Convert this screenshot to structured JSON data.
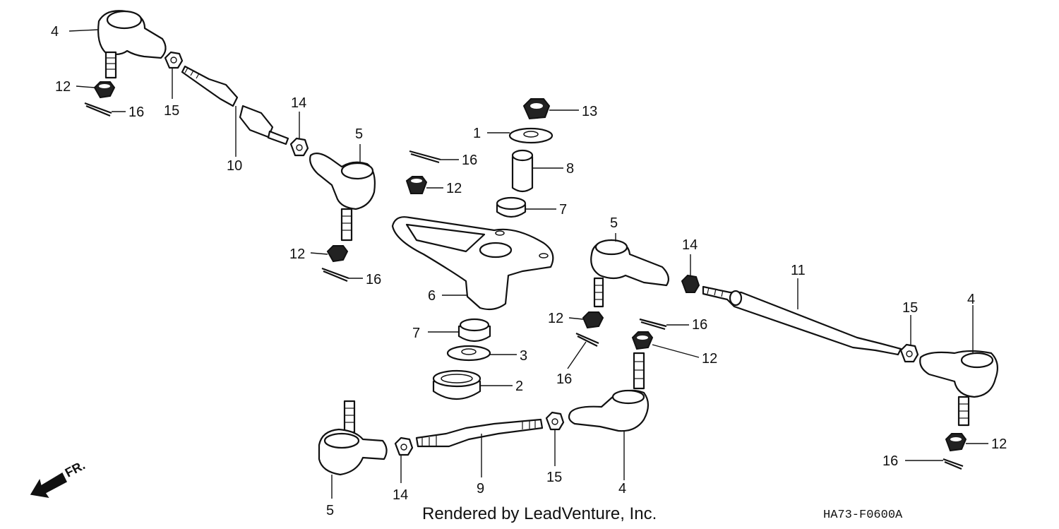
{
  "footer": {
    "credit": "Rendered by LeadVenture, Inc.",
    "code": "HA73-F0600A"
  },
  "direction": {
    "label": "FR."
  },
  "callouts": [
    {
      "id": "c1",
      "text": "1"
    },
    {
      "id": "c2",
      "text": "2"
    },
    {
      "id": "c3",
      "text": "3"
    },
    {
      "id": "c4a",
      "text": "4"
    },
    {
      "id": "c4b",
      "text": "4"
    },
    {
      "id": "c4c",
      "text": "4"
    },
    {
      "id": "c5a",
      "text": "5"
    },
    {
      "id": "c5b",
      "text": "5"
    },
    {
      "id": "c5c",
      "text": "5"
    },
    {
      "id": "c6",
      "text": "6"
    },
    {
      "id": "c7a",
      "text": "7"
    },
    {
      "id": "c7b",
      "text": "7"
    },
    {
      "id": "c8",
      "text": "8"
    },
    {
      "id": "c9",
      "text": "9"
    },
    {
      "id": "c10",
      "text": "10"
    },
    {
      "id": "c11",
      "text": "11"
    },
    {
      "id": "c12a",
      "text": "12"
    },
    {
      "id": "c12b",
      "text": "12"
    },
    {
      "id": "c12c",
      "text": "12"
    },
    {
      "id": "c12d",
      "text": "12"
    },
    {
      "id": "c12e",
      "text": "12"
    },
    {
      "id": "c12f",
      "text": "12"
    },
    {
      "id": "c13",
      "text": "13"
    },
    {
      "id": "c14a",
      "text": "14"
    },
    {
      "id": "c14b",
      "text": "14"
    },
    {
      "id": "c14c",
      "text": "14"
    },
    {
      "id": "c15a",
      "text": "15"
    },
    {
      "id": "c15b",
      "text": "15"
    },
    {
      "id": "c15c",
      "text": "15"
    },
    {
      "id": "c16a",
      "text": "16"
    },
    {
      "id": "c16b",
      "text": "16"
    },
    {
      "id": "c16c",
      "text": "16"
    },
    {
      "id": "c16d",
      "text": "16"
    },
    {
      "id": "c16e",
      "text": "16"
    },
    {
      "id": "c16f",
      "text": "16"
    }
  ]
}
